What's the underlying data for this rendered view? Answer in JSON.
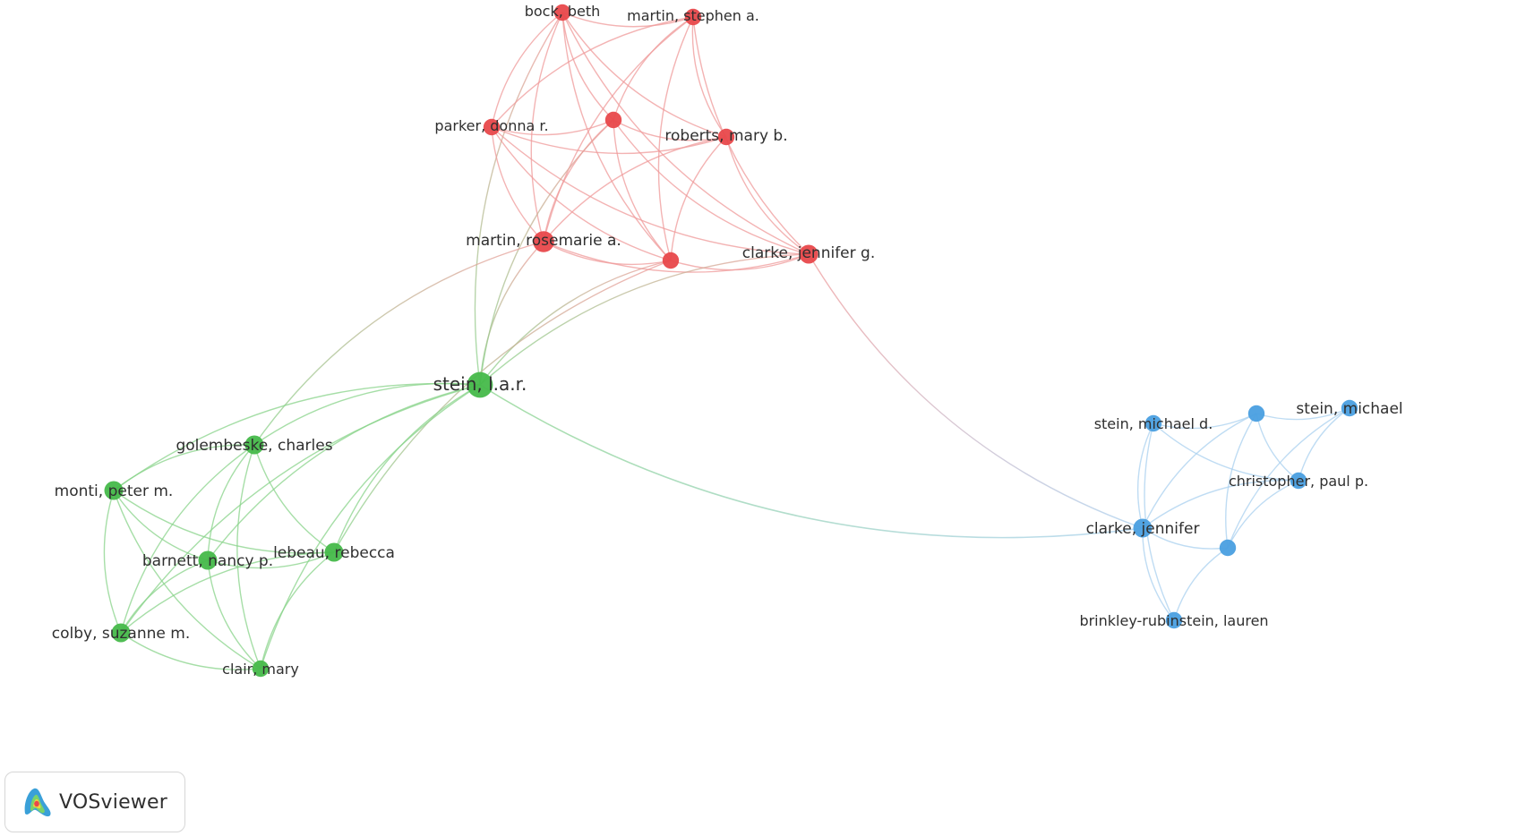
{
  "clusters": {
    "red": {
      "color": "#e8484b",
      "edge_color": "#ef9a9a"
    },
    "green": {
      "color": "#46b94a",
      "edge_color": "#88d38a"
    },
    "blue": {
      "color": "#4a9fe0",
      "edge_color": "#a9d0ef"
    }
  },
  "nodes": [
    {
      "id": "bock",
      "label": "bock, beth",
      "cluster": "red",
      "weight": 2
    },
    {
      "id": "martin_s",
      "label": "martin, stephen a.",
      "cluster": "red",
      "weight": 2
    },
    {
      "id": "parker",
      "label": "parker, donna r.",
      "cluster": "red",
      "weight": 2
    },
    {
      "id": "red_unl1",
      "label": "",
      "cluster": "red",
      "weight": 2
    },
    {
      "id": "roberts",
      "label": "roberts, mary b.",
      "cluster": "red",
      "weight": 2
    },
    {
      "id": "martin_r",
      "label": "martin, rosemarie a.",
      "cluster": "red",
      "weight": 3
    },
    {
      "id": "red_unl2",
      "label": "",
      "cluster": "red",
      "weight": 2
    },
    {
      "id": "clarke_g",
      "label": "clarke, jennifer g.",
      "cluster": "red",
      "weight": 2.5
    },
    {
      "id": "stein_lar",
      "label": "stein, l.a.r.",
      "cluster": "green",
      "weight": 4
    },
    {
      "id": "golembeske",
      "label": "golembeske, charles",
      "cluster": "green",
      "weight": 2.5
    },
    {
      "id": "monti",
      "label": "monti, peter m.",
      "cluster": "green",
      "weight": 2.5
    },
    {
      "id": "barnett",
      "label": "barnett, nancy p.",
      "cluster": "green",
      "weight": 2.5
    },
    {
      "id": "lebeau",
      "label": "lebeau, rebecca",
      "cluster": "green",
      "weight": 2.5
    },
    {
      "id": "colby",
      "label": "colby, suzanne m.",
      "cluster": "green",
      "weight": 2.5
    },
    {
      "id": "clair",
      "label": "clair, mary",
      "cluster": "green",
      "weight": 2
    },
    {
      "id": "stein_md",
      "label": "stein, michael d.",
      "cluster": "blue",
      "weight": 2
    },
    {
      "id": "blue_unl1",
      "label": "",
      "cluster": "blue",
      "weight": 2
    },
    {
      "id": "stein_m",
      "label": "stein, michael",
      "cluster": "blue",
      "weight": 2
    },
    {
      "id": "christopher",
      "label": "christopher, paul p.",
      "cluster": "blue",
      "weight": 2
    },
    {
      "id": "clarke_j",
      "label": "clarke, jennifer",
      "cluster": "blue",
      "weight": 2.5
    },
    {
      "id": "blue_unl2",
      "label": "",
      "cluster": "blue",
      "weight": 2
    },
    {
      "id": "brinkley",
      "label": "brinkley-rubinstein, lauren",
      "cluster": "blue",
      "weight": 2
    }
  ],
  "edges": [
    [
      "bock",
      "martin_s"
    ],
    [
      "bock",
      "parker"
    ],
    [
      "bock",
      "red_unl1"
    ],
    [
      "bock",
      "roberts"
    ],
    [
      "bock",
      "martin_r"
    ],
    [
      "bock",
      "red_unl2"
    ],
    [
      "bock",
      "clarke_g"
    ],
    [
      "bock",
      "stein_lar"
    ],
    [
      "martin_s",
      "parker"
    ],
    [
      "martin_s",
      "red_unl1"
    ],
    [
      "martin_s",
      "roberts"
    ],
    [
      "martin_s",
      "martin_r"
    ],
    [
      "martin_s",
      "red_unl2"
    ],
    [
      "martin_s",
      "clarke_g"
    ],
    [
      "parker",
      "red_unl1"
    ],
    [
      "parker",
      "roberts"
    ],
    [
      "parker",
      "martin_r"
    ],
    [
      "parker",
      "red_unl2"
    ],
    [
      "parker",
      "clarke_g"
    ],
    [
      "red_unl1",
      "roberts"
    ],
    [
      "red_unl1",
      "martin_r"
    ],
    [
      "red_unl1",
      "red_unl2"
    ],
    [
      "red_unl1",
      "clarke_g"
    ],
    [
      "red_unl1",
      "stein_lar"
    ],
    [
      "roberts",
      "martin_r"
    ],
    [
      "roberts",
      "red_unl2"
    ],
    [
      "roberts",
      "clarke_g"
    ],
    [
      "martin_r",
      "red_unl2"
    ],
    [
      "martin_r",
      "clarke_g"
    ],
    [
      "martin_r",
      "stein_lar"
    ],
    [
      "martin_r",
      "golembeske"
    ],
    [
      "red_unl2",
      "clarke_g"
    ],
    [
      "red_unl2",
      "stein_lar"
    ],
    [
      "red_unl2",
      "lebeau"
    ],
    [
      "clarke_g",
      "stein_lar"
    ],
    [
      "clarke_g",
      "clarke_j"
    ],
    [
      "stein_lar",
      "golembeske"
    ],
    [
      "stein_lar",
      "monti"
    ],
    [
      "stein_lar",
      "barnett"
    ],
    [
      "stein_lar",
      "lebeau"
    ],
    [
      "stein_lar",
      "colby"
    ],
    [
      "stein_lar",
      "clair"
    ],
    [
      "stein_lar",
      "clarke_j"
    ],
    [
      "golembeske",
      "monti"
    ],
    [
      "golembeske",
      "barnett"
    ],
    [
      "golembeske",
      "lebeau"
    ],
    [
      "golembeske",
      "colby"
    ],
    [
      "golembeske",
      "clair"
    ],
    [
      "monti",
      "barnett"
    ],
    [
      "monti",
      "lebeau"
    ],
    [
      "monti",
      "colby"
    ],
    [
      "monti",
      "clair"
    ],
    [
      "barnett",
      "lebeau"
    ],
    [
      "barnett",
      "colby"
    ],
    [
      "barnett",
      "clair"
    ],
    [
      "lebeau",
      "colby"
    ],
    [
      "lebeau",
      "clair"
    ],
    [
      "colby",
      "clair"
    ],
    [
      "stein_md",
      "blue_unl1"
    ],
    [
      "stein_md",
      "christopher"
    ],
    [
      "stein_md",
      "clarke_j"
    ],
    [
      "stein_md",
      "brinkley"
    ],
    [
      "blue_unl1",
      "stein_m"
    ],
    [
      "blue_unl1",
      "christopher"
    ],
    [
      "blue_unl1",
      "clarke_j"
    ],
    [
      "blue_unl1",
      "blue_unl2"
    ],
    [
      "stein_m",
      "christopher"
    ],
    [
      "stein_m",
      "blue_unl2"
    ],
    [
      "christopher",
      "clarke_j"
    ],
    [
      "christopher",
      "blue_unl2"
    ],
    [
      "clarke_j",
      "blue_unl2"
    ],
    [
      "clarke_j",
      "brinkley"
    ],
    [
      "blue_unl2",
      "brinkley"
    ]
  ],
  "logo": {
    "text": "VOSviewer",
    "icon": "vosviewer-logo-icon"
  }
}
